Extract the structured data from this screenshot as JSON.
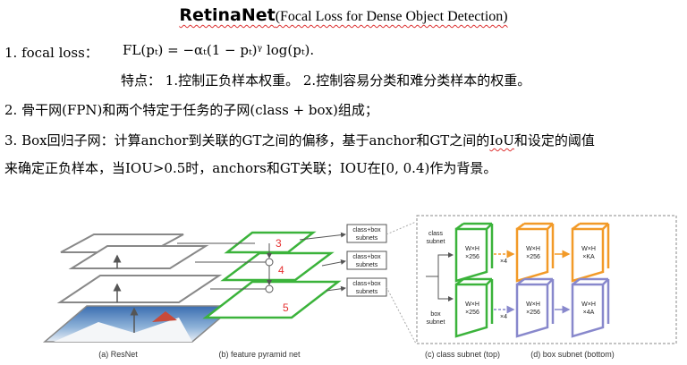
{
  "title": {
    "main": "RetinaNet",
    "sub": "(Focal Loss for Dense Object Detection)"
  },
  "items": {
    "item1_label": "1. focal loss：",
    "item1_formula": "FL(pₜ) = −αₜ(1 − pₜ)ᵞ log(pₜ).",
    "item1_features_prefix": "特点：",
    "item1_features": "1.控制正负样本权重。 2.控制容易分类和难分类样本的权重。",
    "item2": "2. 骨干网(FPN)和两个特定于任务的子网(class + box)组成；",
    "item3_line1_a": "3.  Box回归子网：计算anchor到关联的GT之间的偏移，基于anchor和GT之间的",
    "item3_line1_iou": "IoU",
    "item3_line1_b": "和设定的阈值",
    "item3_line2": "来确定正负样本，当IOU>0.5时，anchors和GT关联；IOU在[0, 0.4)作为背景。"
  },
  "figure": {
    "captions": {
      "a": "(a) ResNet",
      "b": "(b) feature pyramid net",
      "c": "(c) class subnet (top)",
      "d": "(d) box subnet (bottom)"
    },
    "level_numbers": [
      "3",
      "4",
      "5"
    ],
    "subnet_box_label_1": "class+box",
    "subnet_box_label_2": "subnets",
    "class_subnet_label_1": "class",
    "class_subnet_label_2": "subnet",
    "box_subnet_label_1": "box",
    "box_subnet_label_2": "subnet",
    "block_wh": "W×H",
    "block_256": "×256",
    "block_ka": "×KA",
    "block_4a": "×4A",
    "repeat_x4": "×4",
    "colors": {
      "green": "#3bb33b",
      "orange": "#f29a28",
      "purple": "#8888cc",
      "red": "#e53030",
      "gray": "#888888"
    }
  }
}
